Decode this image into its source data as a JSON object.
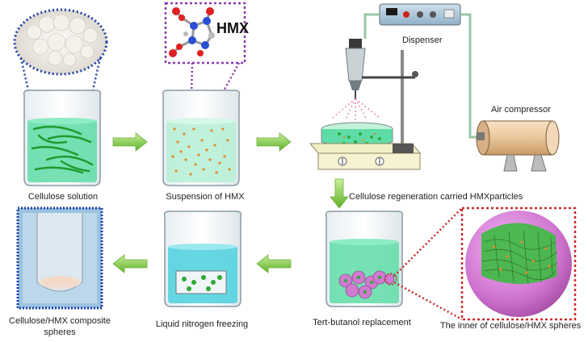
{
  "labels": {
    "cellulose_solution": "Cellulose solution",
    "suspension_hmx": "Suspension of HMX",
    "dispenser": "Dispenser",
    "air_compressor": "Air compressor",
    "regeneration": "Cellulose regeneration carried HMXparticles",
    "composite_line1": "Cellulose/HMX composite",
    "composite_line2": "spheres",
    "liquid_nitrogen": "Liquid nitrogen freezing",
    "tert_butanol": "Tert-butanol replacement",
    "inner_spheres": "The inner of cellulose/HMX spheres",
    "hmx_molecule": "HMX"
  },
  "colors": {
    "arrow_green": "#7ccf3a",
    "cellulose_blue": "#2a4db0",
    "hmx_purple": "#8a3ab0",
    "sphere_red": "#cc2a2a",
    "liquid_green": "#59d9a0",
    "liquid_cyan": "#54d3e0",
    "sphere_pink": "#d07ad0",
    "fiber_green": "#2fa83a"
  }
}
